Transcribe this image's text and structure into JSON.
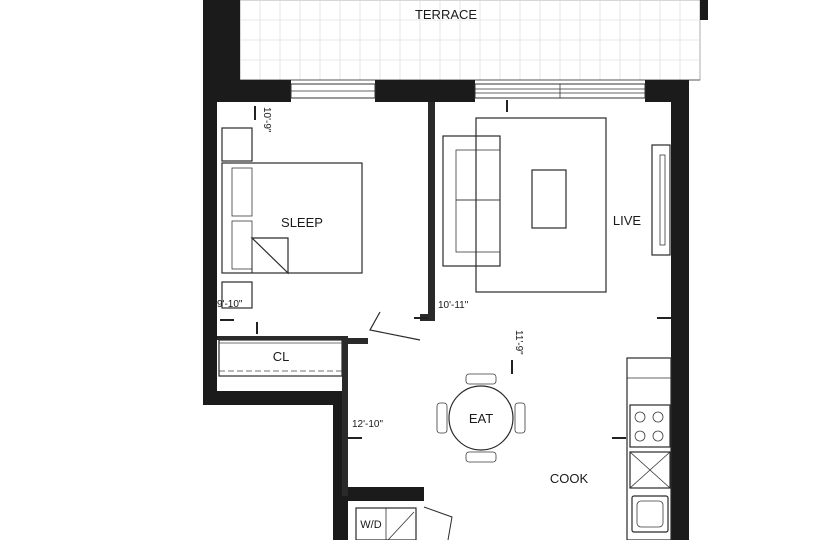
{
  "rooms": {
    "terrace": "TERRACE",
    "sleep": "SLEEP",
    "live": "LIVE",
    "eat": "EAT",
    "cook": "COOK",
    "closet": "CL",
    "laundry": "W/D"
  },
  "dimensions": {
    "sleep_depth": "10'-9\"",
    "sleep_width": "9'-10\"",
    "live_width": "10'-11\"",
    "eat_depth": "11'-9\"",
    "eat_width": "12'-10\""
  }
}
